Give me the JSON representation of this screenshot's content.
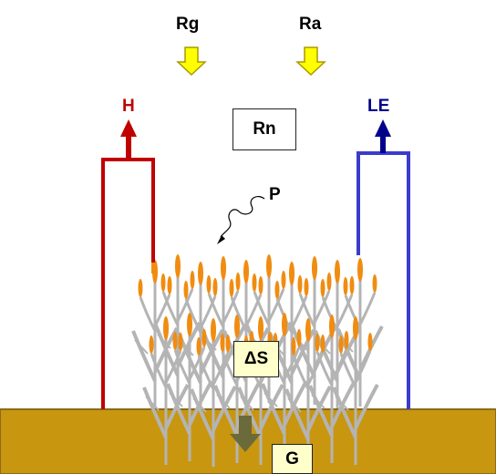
{
  "labels": {
    "rg": "Rg",
    "ra": "Ra",
    "h": "H",
    "le": "LE",
    "rn": "Rn",
    "p": "P",
    "delta_s": "ΔS",
    "g": "G"
  },
  "colors": {
    "radiation_arrow": "#ffff00",
    "radiation_arrow_outline": "#a89a00",
    "sensible_heat": "#c00000",
    "latent_heat": "#00008b",
    "latent_heat_flux": "#3b3bcc",
    "soil": "#c8960f",
    "soil_border": "#8a6a1a",
    "ground_flux_arrow": "#6b6a3a",
    "label_box_fill": "#ffffcc",
    "stem": "#b4b4b4",
    "ear": "#f08c10"
  },
  "icons": [
    "rg-arrow-icon",
    "ra-arrow-icon",
    "h-arrow-icon",
    "le-arrow-icon",
    "precipitation-squiggle-icon",
    "ground-flux-arrow-icon",
    "wheat-plant-icon"
  ]
}
